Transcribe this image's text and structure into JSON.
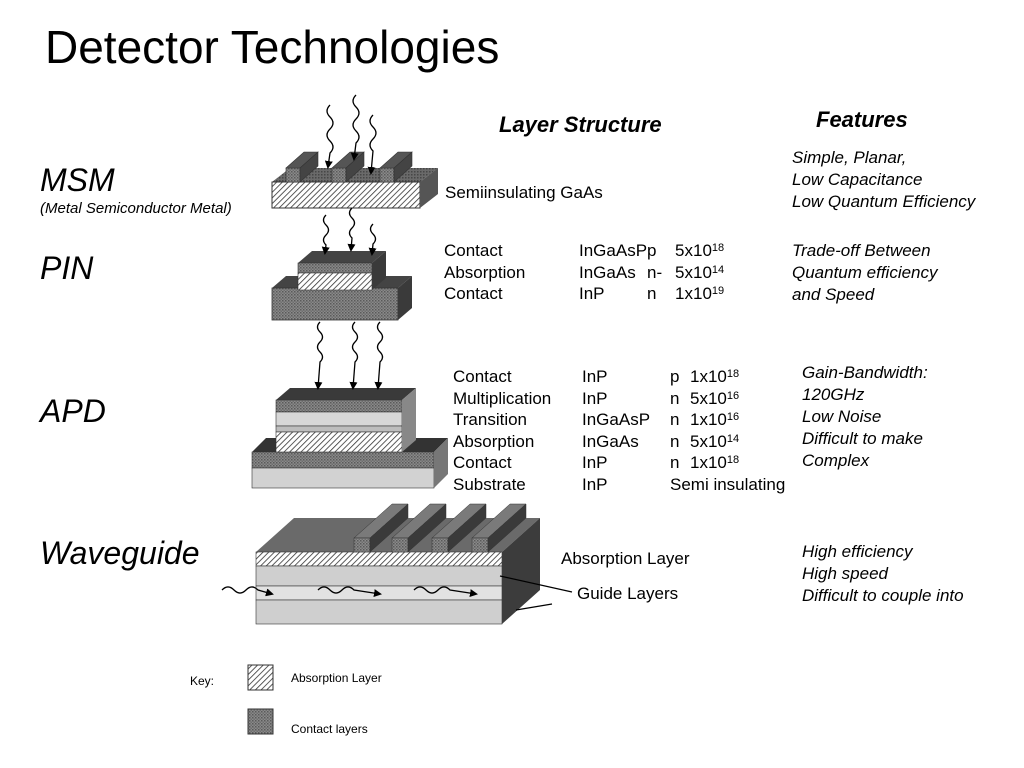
{
  "title": "Detector Technologies",
  "headers": {
    "layer_structure": "Layer Structure",
    "features": "Features"
  },
  "rows": {
    "msm": {
      "label": "MSM",
      "sublabel": "(Metal Semiconductor Metal)",
      "structure_text": "Semiinsulating GaAs",
      "features": [
        "Simple, Planar,",
        "Low Capacitance",
        "Low Quantum Efficiency"
      ]
    },
    "pin": {
      "label": "PIN",
      "layers": [
        {
          "name": "Contact",
          "material": "InGaAsP",
          "type": "p",
          "doping_base": "5x10",
          "doping_exp": "18"
        },
        {
          "name": "Absorption",
          "material": "InGaAs",
          "type": "n-",
          "doping_base": "5x10",
          "doping_exp": "14"
        },
        {
          "name": "Contact",
          "material": "InP",
          "type": "n",
          "doping_base": "1x10",
          "doping_exp": "19"
        }
      ],
      "features": [
        "Trade-off Between",
        "Quantum efficiency",
        "and Speed"
      ]
    },
    "apd": {
      "label": "APD",
      "layers": [
        {
          "name": "Contact",
          "material": "InP",
          "type": "p",
          "doping_base": "1x10",
          "doping_exp": "18"
        },
        {
          "name": "Multiplication",
          "material": "InP",
          "type": "n",
          "doping_base": "5x10",
          "doping_exp": "16"
        },
        {
          "name": "Transition",
          "material": "InGaAsP",
          "type": "n",
          "doping_base": "1x10",
          "doping_exp": "16"
        },
        {
          "name": "Absorption",
          "material": "InGaAs",
          "type": "n",
          "doping_base": "5x10",
          "doping_exp": "14"
        },
        {
          "name": "Contact",
          "material": "InP",
          "type": "n",
          "doping_base": "1x10",
          "doping_exp": "18"
        },
        {
          "name": "Substrate",
          "material": "InP",
          "type": "Semi insulating",
          "doping_base": "",
          "doping_exp": ""
        }
      ],
      "features": [
        "Gain-Bandwidth:",
        "120GHz",
        "Low Noise",
        "Difficult to make",
        "Complex"
      ]
    },
    "waveguide": {
      "label": "Waveguide",
      "absorption_label": "Absorption Layer",
      "guide_label": "Guide Layers",
      "features": [
        "High efficiency",
        "High speed",
        "Difficult to couple into"
      ]
    }
  },
  "key": {
    "label": "Key:",
    "items": [
      {
        "label": "Absorption Layer"
      },
      {
        "label": "Contact layers"
      }
    ]
  }
}
